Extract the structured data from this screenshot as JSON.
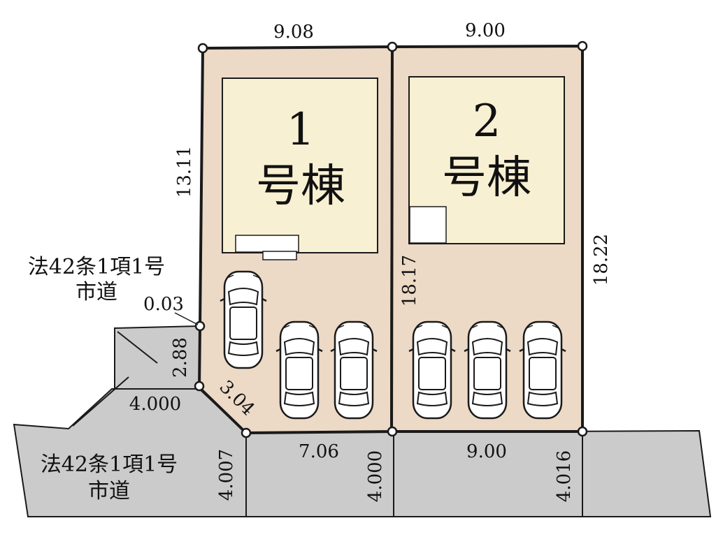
{
  "colors": {
    "lot_fill": "#ecd9c6",
    "building_fill": "#f8f0d2",
    "road_fill": "#cbcbcb",
    "line": "#1a1a1a"
  },
  "buildings": [
    {
      "number": "1",
      "name": "号棟"
    },
    {
      "number": "2",
      "name": "号棟"
    }
  ],
  "dimensions": {
    "top_lot1": "9.08",
    "top_lot2": "9.00",
    "left_lot1": "13.11",
    "middle": "18.17",
    "right_lot2": "18.22",
    "corner_small": "0.03",
    "side_short": "2.88",
    "diagonal": "3.04",
    "bottom_lot1": "7.06",
    "bottom_lot2": "9.00",
    "side_road_width": "4.000",
    "road_width_left": "4.007",
    "road_width_mid": "4.000",
    "road_width_right": "4.016"
  },
  "roads": [
    {
      "line1": "法42条1項1号",
      "line2": "市道"
    },
    {
      "line1": "法42条1項1号",
      "line2": "市道"
    }
  ],
  "parking": {
    "lot1_spaces": 3,
    "lot2_spaces": 3
  },
  "icons": [
    "car-icon"
  ]
}
